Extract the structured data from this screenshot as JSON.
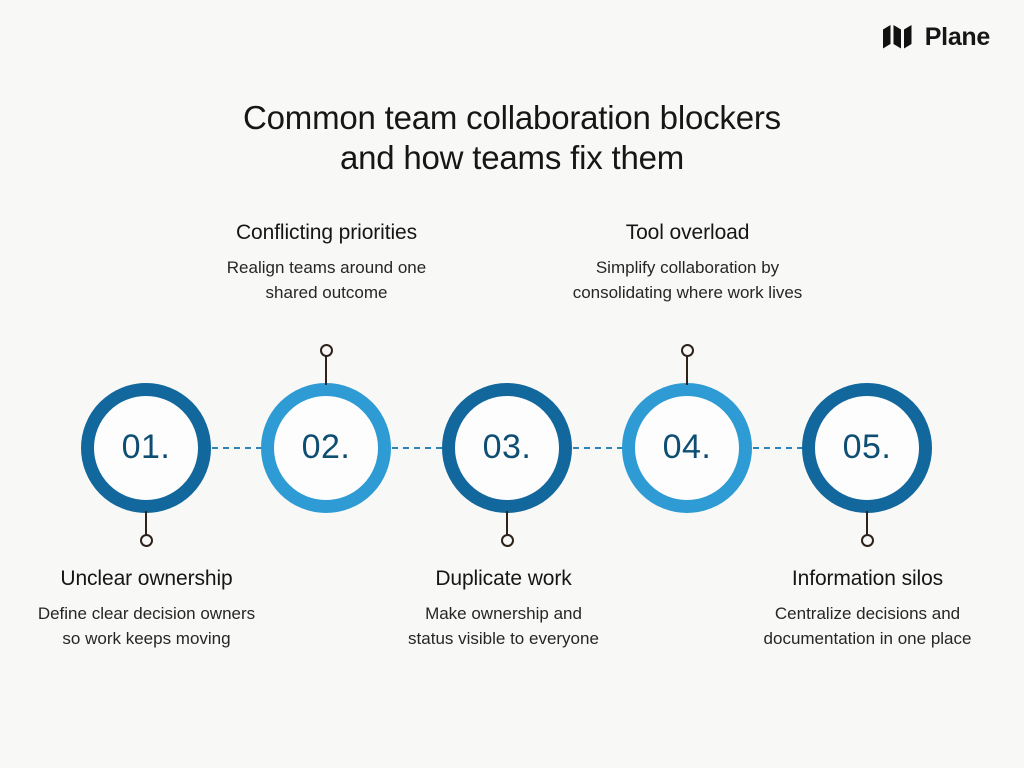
{
  "brand": {
    "logo_icon": "plane-logo-icon",
    "name": "Plane"
  },
  "title": {
    "line1": "Common team collaboration blockers",
    "line2": "and how teams fix them"
  },
  "colors": {
    "background": "#f8f8f7",
    "ring_dark": "#12679d",
    "ring_light": "#2e9bd4",
    "number_text": "#0d4e72",
    "connector": "#2a84b8",
    "stem": "#2f211b",
    "heading_text": "#161616"
  },
  "timeline": {
    "nodes": [
      {
        "number": "01.",
        "ring_style": "dark",
        "side": "bottom",
        "heading": "Unclear ownership",
        "body_line1": "Define clear decision owners",
        "body_line2": "so work keeps moving"
      },
      {
        "number": "02.",
        "ring_style": "light",
        "side": "top",
        "heading": "Conflicting priorities",
        "body_line1": "Realign teams around one",
        "body_line2": "shared outcome"
      },
      {
        "number": "03.",
        "ring_style": "dark",
        "side": "bottom",
        "heading": "Duplicate work",
        "body_line1": "Make ownership and",
        "body_line2": "status visible to everyone"
      },
      {
        "number": "04.",
        "ring_style": "light",
        "side": "top",
        "heading": "Tool overload",
        "body_line1": "Simplify collaboration by",
        "body_line2": "consolidating where work lives"
      },
      {
        "number": "05.",
        "ring_style": "dark",
        "side": "bottom",
        "heading": "Information silos",
        "body_line1": "Centralize decisions and",
        "body_line2": "documentation in one place"
      }
    ]
  }
}
